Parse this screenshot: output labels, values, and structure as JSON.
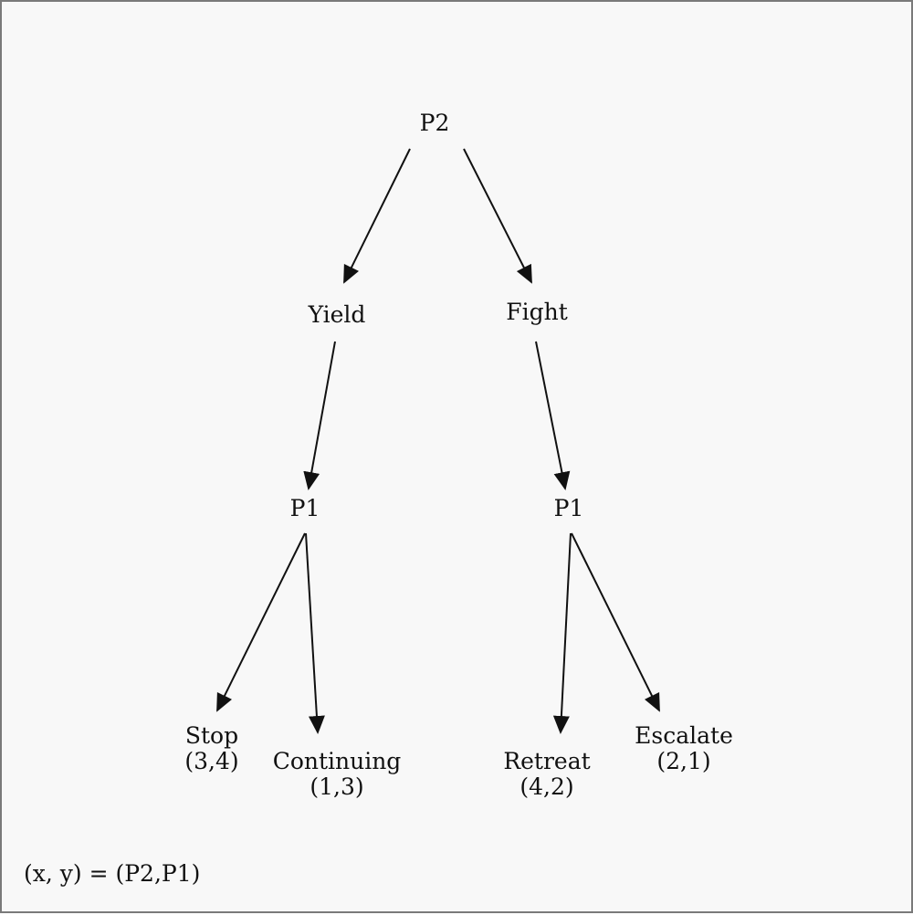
{
  "diagram": {
    "nodes": {
      "root": "P2",
      "yield": "Yield",
      "fight": "Fight",
      "p1_left": "P1",
      "p1_right": "P1"
    },
    "leaves": {
      "stop": {
        "action": "Stop",
        "payoff": "(3,4)"
      },
      "continuing": {
        "action": "Continuing",
        "payoff": "(1,3)"
      },
      "retreat": {
        "action": "Retreat",
        "payoff": "(4,2)"
      },
      "escalate": {
        "action": "Escalate",
        "payoff": "(2,1)"
      }
    },
    "legend": "(x, y) = (P2,P1)"
  },
  "colors": {
    "background": "#f8f8f8",
    "border": "#7a7a7a",
    "ink": "#111111"
  }
}
